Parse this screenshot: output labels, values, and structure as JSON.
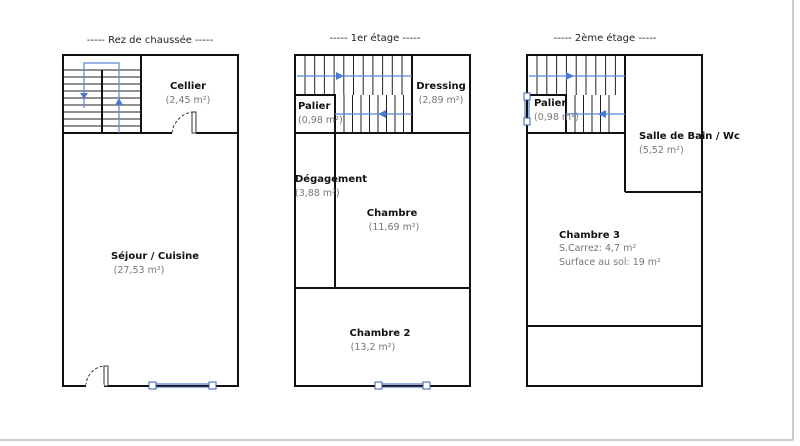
{
  "floors": [
    {
      "title": "-----  Rez de chaussée  -----",
      "rooms": [
        {
          "name": "Cellier",
          "area": "(2,45 m²)"
        },
        {
          "name": "Séjour / Cuisine",
          "area": "(27,53 m²)"
        }
      ]
    },
    {
      "title": "-----  1er étage  -----",
      "rooms": [
        {
          "name": "Palier",
          "area": "(0,98 m²)"
        },
        {
          "name": "Dressing",
          "area": "(2,89 m²)"
        },
        {
          "name": "Dégagement",
          "area": "(3,88 m²)"
        },
        {
          "name": "Chambre",
          "area": "(11,69 m²)"
        },
        {
          "name": "Chambre 2",
          "area": "(13,2 m²)"
        }
      ]
    },
    {
      "title": "-----  2ème étage  -----",
      "rooms": [
        {
          "name": "Palier",
          "area": "(0,98 m²)"
        },
        {
          "name": "Salle de Bain / Wc",
          "area": "(5,52 m²)"
        },
        {
          "name": "Chambre 3",
          "carrez": "S.Carrez: 4,7 m²",
          "surface": "Surface au sol: 19 m²"
        }
      ]
    }
  ],
  "colors": {
    "walls": "#111111",
    "stairs_arrow": "#4a7bd4",
    "area_text": "#777777"
  }
}
